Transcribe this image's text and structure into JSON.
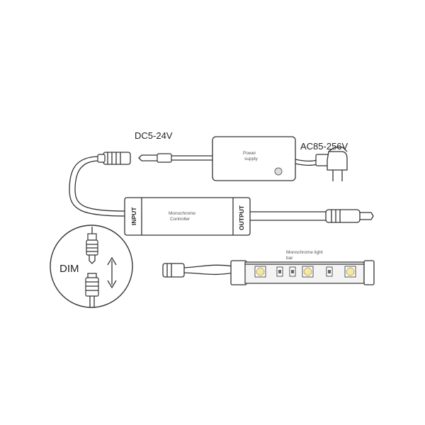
{
  "labels": {
    "dc_voltage": "DC5-24V",
    "ac_voltage": "AC85-256V",
    "power_supply": [
      "Power",
      "supply"
    ],
    "controller": [
      "Monochrome",
      "Controller"
    ],
    "input": "INPUT",
    "output": "OUTPUT",
    "dim": "DIM",
    "light_bar": [
      "Monochrome light",
      "bar"
    ]
  },
  "colors": {
    "line": "#333333",
    "led": "#f5e7a8",
    "strip": "#f4f4f4"
  }
}
